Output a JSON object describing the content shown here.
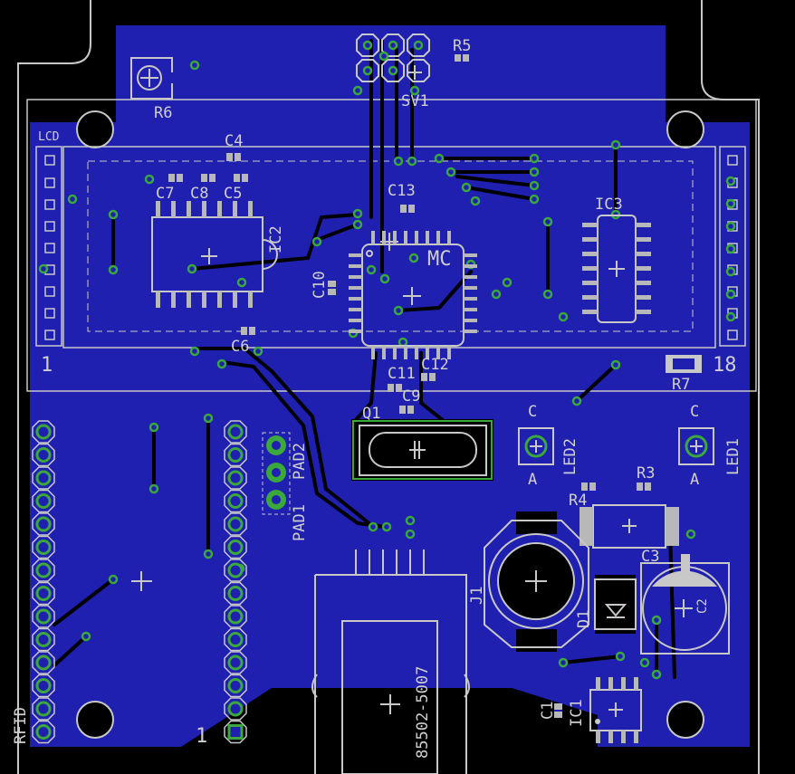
{
  "colors": {
    "background": "#000000",
    "copper": "#1f1fb0",
    "outline": "#c8c8c8",
    "trace": "#000000",
    "via_ring": "#3aa83a",
    "pad": "#b8b8b8"
  },
  "labels": {
    "r5": "R5",
    "sv1": "SV1",
    "r6": "R6",
    "lcd": "LCD",
    "c4": "C4",
    "c7": "C7",
    "c8": "C8",
    "c5": "C5",
    "c13": "C13",
    "ic2": "IC2",
    "mc": "MC",
    "c10": "C10",
    "ic3": "IC3",
    "c6": "C6",
    "c11": "C11",
    "c12": "C12",
    "c9": "C9",
    "r7": "R7",
    "q1": "Q1",
    "pad1": "PAD1",
    "pad2": "PAD2",
    "led2": "LED2",
    "led1": "LED1",
    "led2_c": "C",
    "led2_a": "A",
    "led1_c": "C",
    "led1_a": "A",
    "r3": "R3",
    "r4": "R4",
    "c3": "C3",
    "c2": "C2",
    "j1": "J1",
    "d1": "D1",
    "usb": "85502-5007",
    "c1": "C1",
    "ic1": "IC1",
    "rfid": "RFID",
    "lcd_pin1": "1",
    "lcd_pin18": "18",
    "rfid_pin1": "1"
  }
}
